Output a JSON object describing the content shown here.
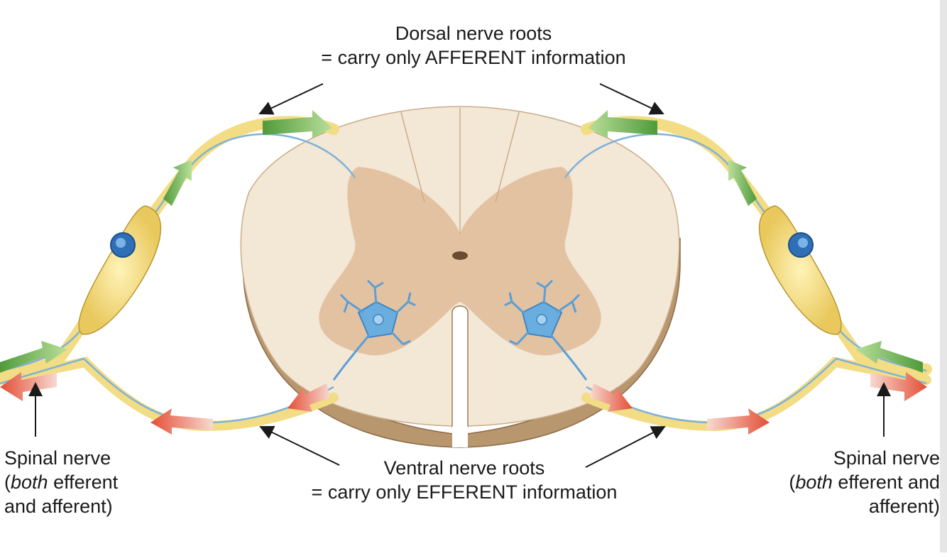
{
  "labels": {
    "dorsal_line1": "Dorsal nerve roots",
    "dorsal_line2": "= carry only AFFERENT information",
    "ventral_line1": "Ventral nerve roots",
    "ventral_line2": "= carry only EFFERENT information",
    "spinal_left_line1": "Spinal nerve",
    "spinal_left_italic": "both",
    "spinal_left_line2_rest": " efferent",
    "spinal_left_line3": "and afferent)",
    "spinal_right_line1": "Spinal nerve",
    "spinal_right_italic": "both",
    "spinal_right_line2_rest": " efferent and",
    "spinal_right_line3": "afferent)",
    "paren_open": "("
  },
  "colors": {
    "white_matter": "#f3e7d6",
    "gray_matter": "#e3c2a2",
    "cord_side": "#b8966e",
    "nerve_yellow": "#f2dc84",
    "fiber_blue": "#7fb2d8",
    "neuron_blue": "#5a9fd6",
    "afferent_green": "#7cb85a",
    "efferent_red": "#e8674f"
  }
}
